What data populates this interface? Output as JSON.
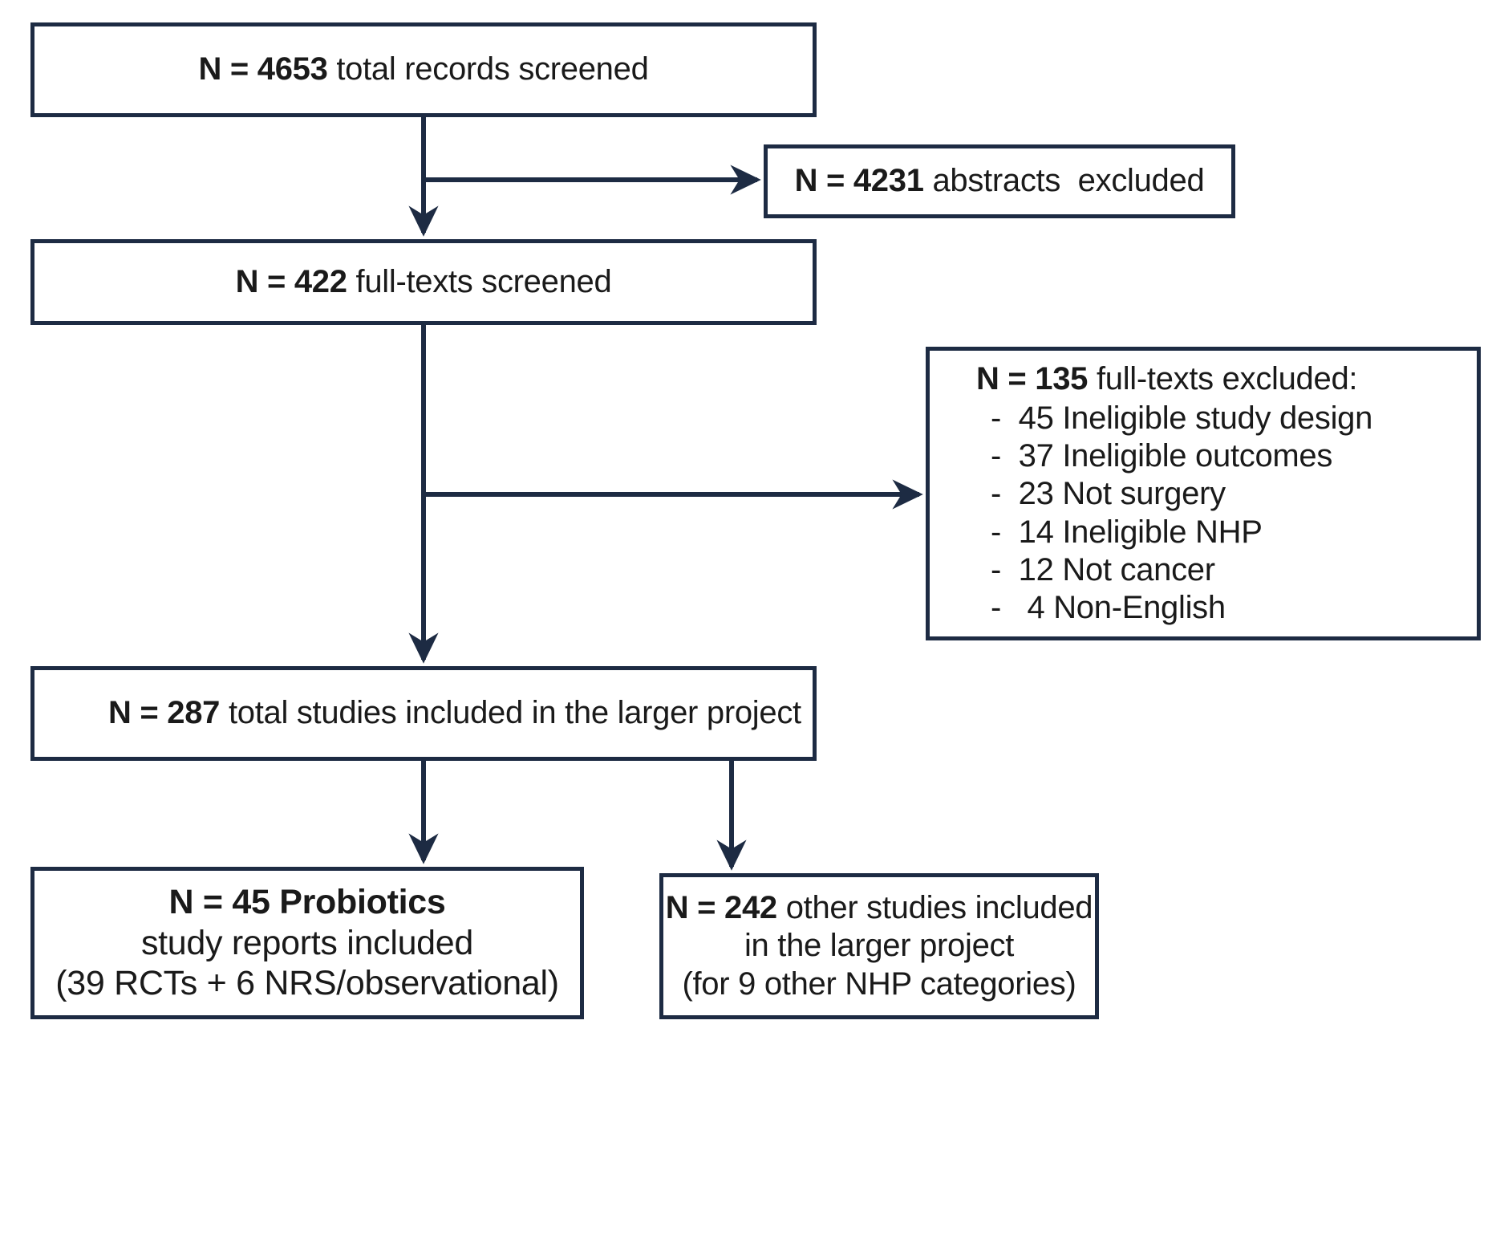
{
  "diagram": {
    "title": "PRISMA study selection flow diagram",
    "colors": {
      "border": "#1d2b43",
      "text": "#1a1a1a",
      "background": "#ffffff"
    },
    "nodes": {
      "screened": {
        "n_label": "N = ",
        "n_value": "4653",
        "text": " total records screened"
      },
      "abstracts_excluded": {
        "n_label": "N = ",
        "n_value": "4231",
        "text": " abstracts  excluded"
      },
      "fulltexts_screened": {
        "n_label": "N = ",
        "n_value": "422",
        "text": " full-texts screened"
      },
      "fulltexts_excluded": {
        "n_label": "N = ",
        "n_value": "135",
        "text": " full-texts excluded:",
        "items": [
          "-  45 Ineligible study design",
          "-  37 Ineligible outcomes",
          "-  23 Not surgery",
          "-  14 Ineligible NHP",
          "-  12 Not cancer",
          "-   4 Non-English"
        ]
      },
      "total_included": {
        "n_label": "N = ",
        "n_value": "287",
        "text": " total studies included in the larger project"
      },
      "probiotics_included": {
        "line1_bold": "N = 45 Probiotics",
        "line2": "study reports included",
        "line3": "(39 RCTs + 6 NRS/observational)"
      },
      "other_included": {
        "n_label": "N = ",
        "n_value": "242",
        "text": " other studies included",
        "line2": "in the larger project",
        "line3": "(for 9 other NHP categories)"
      }
    },
    "connectors": [
      {
        "name": "screened-to-fulltexts",
        "type": "arrow-down"
      },
      {
        "name": "screened-to-abstracts-excluded",
        "type": "arrow-right"
      },
      {
        "name": "fulltexts-to-total-included",
        "type": "arrow-down"
      },
      {
        "name": "fulltexts-to-fulltexts-excluded",
        "type": "arrow-right"
      },
      {
        "name": "total-to-probiotics",
        "type": "arrow-down"
      },
      {
        "name": "total-to-other",
        "type": "arrow-down"
      }
    ]
  }
}
